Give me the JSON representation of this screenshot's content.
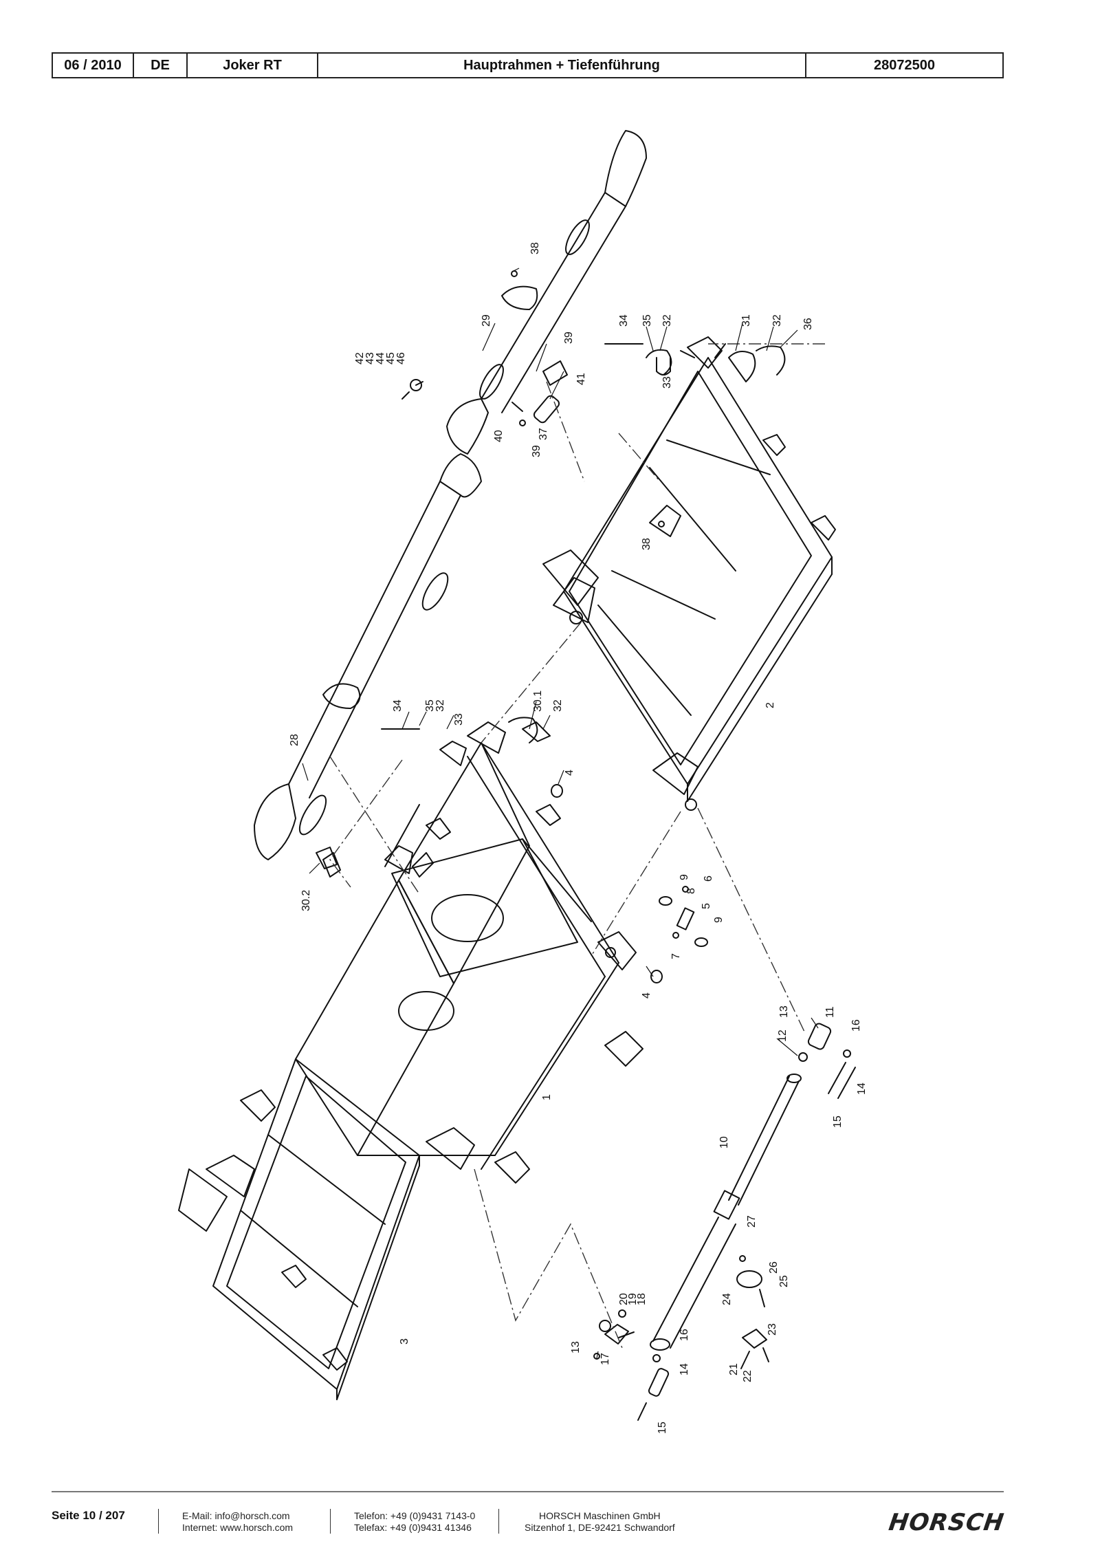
{
  "header": {
    "date": "06 / 2010",
    "lang": "DE",
    "model": "Joker RT",
    "title": "Hauptrahmen + Tiefenführung",
    "doc_no": "28072500"
  },
  "callouts": [
    {
      "id": "c1",
      "text": "1"
    },
    {
      "id": "c2",
      "text": "2"
    },
    {
      "id": "c3",
      "text": "3"
    },
    {
      "id": "c4a",
      "text": "4"
    },
    {
      "id": "c4b",
      "text": "4"
    },
    {
      "id": "c5",
      "text": "5"
    },
    {
      "id": "c6",
      "text": "6"
    },
    {
      "id": "c7",
      "text": "7"
    },
    {
      "id": "c8",
      "text": "8"
    },
    {
      "id": "c9a",
      "text": "9"
    },
    {
      "id": "c9b",
      "text": "9"
    },
    {
      "id": "c10",
      "text": "10"
    },
    {
      "id": "c11",
      "text": "11"
    },
    {
      "id": "c12",
      "text": "12"
    },
    {
      "id": "c13a",
      "text": "13"
    },
    {
      "id": "c13b",
      "text": "13"
    },
    {
      "id": "c14a",
      "text": "14"
    },
    {
      "id": "c14b",
      "text": "14"
    },
    {
      "id": "c15a",
      "text": "15"
    },
    {
      "id": "c15b",
      "text": "15"
    },
    {
      "id": "c16a",
      "text": "16"
    },
    {
      "id": "c16b",
      "text": "16"
    },
    {
      "id": "c17",
      "text": "17"
    },
    {
      "id": "c18",
      "text": "18"
    },
    {
      "id": "c19",
      "text": "19"
    },
    {
      "id": "c20",
      "text": "20"
    },
    {
      "id": "c21",
      "text": "21"
    },
    {
      "id": "c22",
      "text": "22"
    },
    {
      "id": "c23",
      "text": "23"
    },
    {
      "id": "c24",
      "text": "24"
    },
    {
      "id": "c25",
      "text": "25"
    },
    {
      "id": "c26",
      "text": "26"
    },
    {
      "id": "c27",
      "text": "27"
    },
    {
      "id": "c28",
      "text": "28"
    },
    {
      "id": "c29",
      "text": "29"
    },
    {
      "id": "c30_1",
      "text": "30.1"
    },
    {
      "id": "c30_2",
      "text": "30.2"
    },
    {
      "id": "c31",
      "text": "31"
    },
    {
      "id": "c32a",
      "text": "32"
    },
    {
      "id": "c32b",
      "text": "32"
    },
    {
      "id": "c32c",
      "text": "32"
    },
    {
      "id": "c32d",
      "text": "32"
    },
    {
      "id": "c33a",
      "text": "33"
    },
    {
      "id": "c33b",
      "text": "33"
    },
    {
      "id": "c34a",
      "text": "34"
    },
    {
      "id": "c34b",
      "text": "34"
    },
    {
      "id": "c35a",
      "text": "35"
    },
    {
      "id": "c35b",
      "text": "35"
    },
    {
      "id": "c36",
      "text": "36"
    },
    {
      "id": "c37",
      "text": "37"
    },
    {
      "id": "c38a",
      "text": "38"
    },
    {
      "id": "c38b",
      "text": "38"
    },
    {
      "id": "c39a",
      "text": "39"
    },
    {
      "id": "c39b",
      "text": "39"
    },
    {
      "id": "c40",
      "text": "40"
    },
    {
      "id": "c41",
      "text": "41"
    },
    {
      "id": "c42",
      "text": "42"
    },
    {
      "id": "c43",
      "text": "43"
    },
    {
      "id": "c44",
      "text": "44"
    },
    {
      "id": "c45",
      "text": "45"
    },
    {
      "id": "c46",
      "text": "46"
    }
  ],
  "footer": {
    "page": "Seite 10 / 207",
    "email": "E-Mail: info@horsch.com",
    "internet": "Internet: www.horsch.com",
    "phone": "Telefon: +49 (0)9431 7143-0",
    "fax": "Telefax: +49 (0)9431 41346",
    "company": "HORSCH Maschinen GmbH",
    "address": "Sitzenhof 1, DE-92421 Schwandorf",
    "logo": "HORSCH"
  }
}
